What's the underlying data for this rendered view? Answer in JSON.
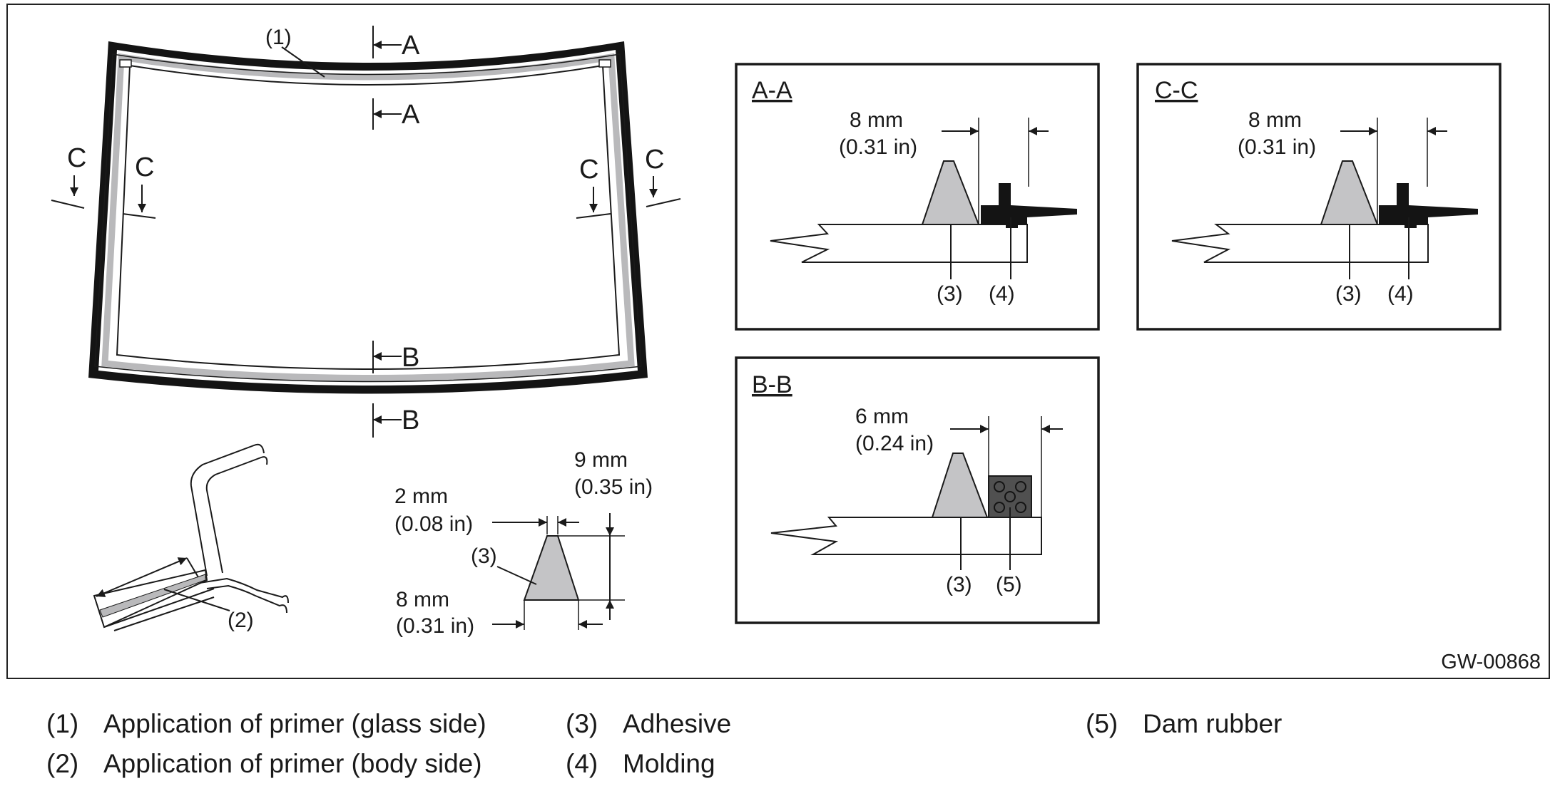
{
  "figure_code": "GW-00868",
  "colors": {
    "adhesive": "#c4c4c6",
    "molding": "#141414",
    "dam_rubber": "#505050",
    "primer_band": "#b9b9bb",
    "frame": "#222222"
  },
  "windshield": {
    "callout_primer_glass": "(1)",
    "sections": {
      "a": "A",
      "b": "B",
      "c": "C"
    }
  },
  "body_flange": {
    "callout_primer_body": "(2)"
  },
  "bead_profile": {
    "callout": "(3)",
    "top_width": "2 mm",
    "top_width_in": "(0.08 in)",
    "height": "9 mm",
    "height_in": "(0.35 in)",
    "base_width": "8 mm",
    "base_width_in": "(0.31 in)"
  },
  "detail_aa": {
    "title": "A-A",
    "dim": "8 mm",
    "dim_in": "(0.31 in)",
    "callout_left": "(3)",
    "callout_right": "(4)"
  },
  "detail_cc": {
    "title": "C-C",
    "dim": "8 mm",
    "dim_in": "(0.31 in)",
    "callout_left": "(3)",
    "callout_right": "(4)"
  },
  "detail_bb": {
    "title": "B-B",
    "dim": "6 mm",
    "dim_in": "(0.24 in)",
    "callout_left": "(3)",
    "callout_right": "(5)"
  },
  "legend": [
    {
      "num": "(1)",
      "text": "Application of primer (glass side)"
    },
    {
      "num": "(2)",
      "text": "Application of primer (body side)"
    },
    {
      "num": "(3)",
      "text": "Adhesive"
    },
    {
      "num": "(4)",
      "text": "Molding"
    },
    {
      "num": "(5)",
      "text": "Dam rubber"
    }
  ]
}
